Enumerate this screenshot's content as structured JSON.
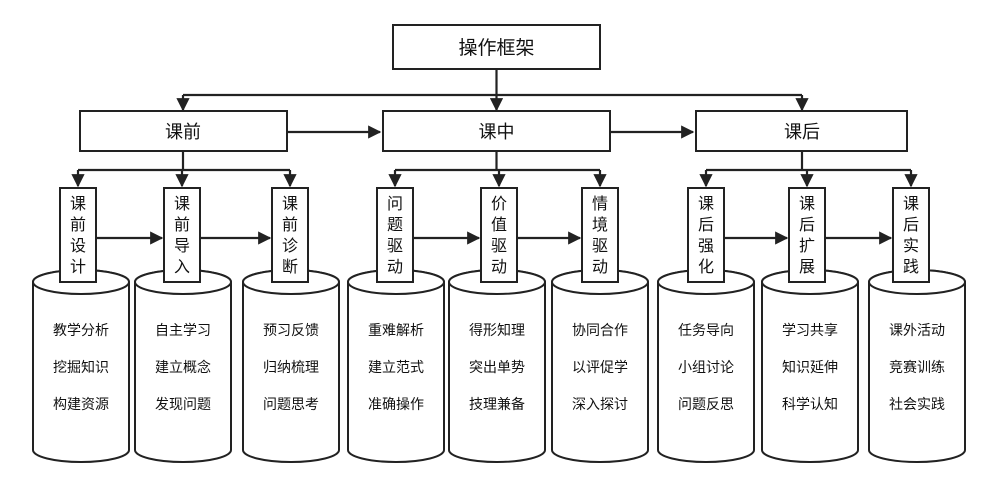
{
  "root": {
    "label": "操作框架"
  },
  "phases": [
    {
      "label": "课前",
      "subs": [
        {
          "chars": [
            "课",
            "前",
            "设",
            "计"
          ],
          "items": [
            "教学分析",
            "挖掘知识",
            "构建资源"
          ]
        },
        {
          "chars": [
            "课",
            "前",
            "导",
            "入"
          ],
          "items": [
            "自主学习",
            "建立概念",
            "发现问题"
          ]
        },
        {
          "chars": [
            "课",
            "前",
            "诊",
            "断"
          ],
          "items": [
            "预习反馈",
            "归纳梳理",
            "问题思考"
          ]
        }
      ]
    },
    {
      "label": "课中",
      "subs": [
        {
          "chars": [
            "问",
            "题",
            "驱",
            "动"
          ],
          "items": [
            "重难解析",
            "建立范式",
            "准确操作"
          ]
        },
        {
          "chars": [
            "价",
            "值",
            "驱",
            "动"
          ],
          "items": [
            "得形知理",
            "突出单势",
            "技理兼备"
          ]
        },
        {
          "chars": [
            "情",
            "境",
            "驱",
            "动"
          ],
          "items": [
            "协同合作",
            "以评促学",
            "深入探讨"
          ]
        }
      ]
    },
    {
      "label": "课后",
      "subs": [
        {
          "chars": [
            "课",
            "后",
            "强",
            "化"
          ],
          "items": [
            "任务导向",
            "小组讨论",
            "问题反思"
          ]
        },
        {
          "chars": [
            "课",
            "后",
            "扩",
            "展"
          ],
          "items": [
            "学习共享",
            "知识延伸",
            "科学认知"
          ]
        },
        {
          "chars": [
            "课",
            "后",
            "实",
            "践"
          ],
          "items": [
            "课外活动",
            "竞赛训练",
            "社会实践"
          ]
        }
      ]
    }
  ]
}
